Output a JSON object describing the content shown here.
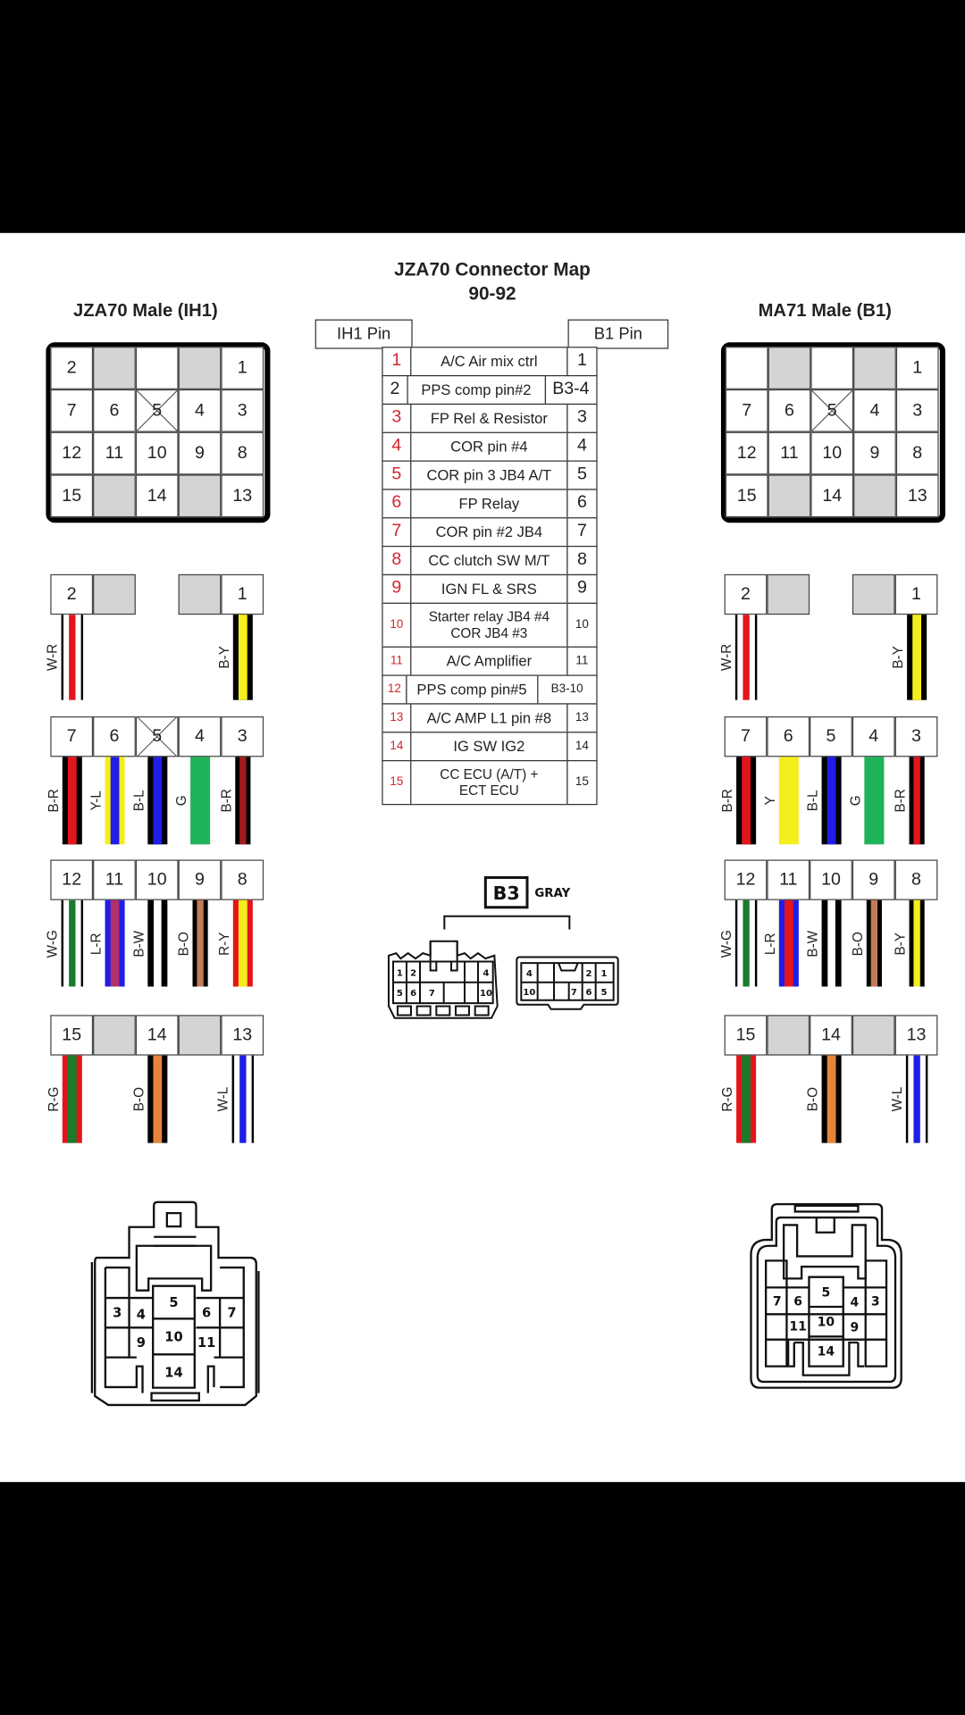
{
  "title": "JZA70 Connector Map",
  "subtitle": "90-92",
  "left_title": "JZA70 Male (IH1)",
  "right_title": "MA71 Male (B1)",
  "colors": {
    "pin_red": "#d0272d",
    "shade": "#d4d4d4",
    "W": "#ffffff",
    "B": "#000000",
    "R": "#e3151b",
    "Y": "#f4ee1c",
    "L": "#1e1ee6",
    "G": "#1fb35a",
    "DG": "#1c7a2c",
    "O": "#e8843a",
    "BR": "#c27b57",
    "DR": "#a31c1c",
    "LR": "#b0306a"
  },
  "table": {
    "header_left": "IH1 Pin",
    "header_right": "B1 Pin",
    "rows": [
      {
        "ih1": "1",
        "desc": "A/C Air mix ctrl",
        "b1": "1",
        "ih1_red": true
      },
      {
        "ih1": "2",
        "desc": "PPS comp pin#2",
        "b1": "B3-4",
        "ih1_red": false
      },
      {
        "ih1": "3",
        "desc": "FP Rel & Resistor",
        "b1": "3",
        "ih1_red": true
      },
      {
        "ih1": "4",
        "desc": "COR pin #4",
        "b1": "4",
        "ih1_red": true
      },
      {
        "ih1": "5",
        "desc": "COR pin 3 JB4 A/T",
        "b1": "5",
        "ih1_red": true
      },
      {
        "ih1": "6",
        "desc": "FP Relay",
        "b1": "6",
        "ih1_red": true
      },
      {
        "ih1": "7",
        "desc": "COR pin #2 JB4",
        "b1": "7",
        "ih1_red": true
      },
      {
        "ih1": "8",
        "desc": "CC clutch SW M/T",
        "b1": "8",
        "ih1_red": true
      },
      {
        "ih1": "9",
        "desc": "IGN FL & SRS",
        "b1": "9",
        "ih1_red": true
      },
      {
        "ih1": "10",
        "desc": "Starter relay JB4 #4\nCOR JB4 #3",
        "b1": "10",
        "ih1_red": true
      },
      {
        "ih1": "11",
        "desc": "A/C Amplifier",
        "b1": "11",
        "ih1_red": true
      },
      {
        "ih1": "12",
        "desc": "PPS comp pin#5",
        "b1": "B3-10",
        "ih1_red": true
      },
      {
        "ih1": "13",
        "desc": "A/C AMP L1 pin #8",
        "b1": "13",
        "ih1_red": true
      },
      {
        "ih1": "14",
        "desc": "IG SW IG2",
        "b1": "14",
        "ih1_red": true
      },
      {
        "ih1": "15",
        "desc": "CC ECU (A/T) +\nECT ECU",
        "b1": "15",
        "ih1_red": true
      }
    ]
  },
  "grids": {
    "left": [
      [
        {
          "t": "2"
        },
        {
          "t": "",
          "shade": true
        },
        {
          "t": ""
        },
        {
          "t": "",
          "shade": true
        },
        {
          "t": "1"
        }
      ],
      [
        {
          "t": "7"
        },
        {
          "t": "6"
        },
        {
          "t": "5",
          "x": true
        },
        {
          "t": "4"
        },
        {
          "t": "3"
        }
      ],
      [
        {
          "t": "12"
        },
        {
          "t": "11"
        },
        {
          "t": "10"
        },
        {
          "t": "9"
        },
        {
          "t": "8"
        }
      ],
      [
        {
          "t": "15"
        },
        {
          "t": "",
          "shade": true
        },
        {
          "t": "14"
        },
        {
          "t": "",
          "shade": true
        },
        {
          "t": "13"
        }
      ]
    ],
    "right": [
      [
        {
          "t": ""
        },
        {
          "t": "",
          "shade": true
        },
        {
          "t": ""
        },
        {
          "t": "",
          "shade": true
        },
        {
          "t": "1"
        }
      ],
      [
        {
          "t": "7"
        },
        {
          "t": "6"
        },
        {
          "t": "5",
          "x": true
        },
        {
          "t": "4"
        },
        {
          "t": "3"
        }
      ],
      [
        {
          "t": "12"
        },
        {
          "t": "11"
        },
        {
          "t": "10"
        },
        {
          "t": "9"
        },
        {
          "t": "8"
        }
      ],
      [
        {
          "t": "15"
        },
        {
          "t": "",
          "shade": true
        },
        {
          "t": "14"
        },
        {
          "t": "",
          "shade": true
        },
        {
          "t": "13"
        }
      ]
    ]
  },
  "wires": {
    "left": [
      [
        {
          "pin": "2",
          "wire": {
            "label": "W-R",
            "outer": "W",
            "stripe": "R"
          }
        },
        {
          "pin": "",
          "shade": true
        },
        null,
        {
          "pin": "",
          "shade": true
        },
        {
          "pin": "1",
          "wire": {
            "label": "B-Y",
            "outer": "B",
            "stripe": "Y"
          }
        }
      ],
      [
        {
          "pin": "7",
          "wire": {
            "label": "B-R",
            "outer": "B",
            "stripe": "R"
          }
        },
        {
          "pin": "6",
          "wire": {
            "label": "Y-L",
            "outer": "Y",
            "stripe": "L"
          }
        },
        {
          "pin": "5",
          "x": true,
          "wire": {
            "label": "B-L",
            "outer": "B",
            "stripe": "L"
          }
        },
        {
          "pin": "4",
          "wire": {
            "label": "G",
            "outer": "G",
            "stripe": ""
          }
        },
        {
          "pin": "3",
          "wire": {
            "label": "B-R",
            "outer": "B",
            "stripe": "DR",
            "thin": true
          }
        }
      ],
      [
        {
          "pin": "12",
          "wire": {
            "label": "W-G",
            "outer": "W",
            "stripe": "DG"
          }
        },
        {
          "pin": "11",
          "wire": {
            "label": "L-R",
            "outer": "L",
            "stripe": "LR"
          }
        },
        {
          "pin": "10",
          "wire": {
            "label": "B-W",
            "outer": "B",
            "stripe": "W"
          }
        },
        {
          "pin": "9",
          "wire": {
            "label": "B-O",
            "outer": "B",
            "stripe": "BR",
            "thin": true
          }
        },
        {
          "pin": "8",
          "wire": {
            "label": "R-Y",
            "outer": "R",
            "stripe": "Y"
          }
        }
      ],
      [
        {
          "pin": "15",
          "wire": {
            "label": "R-G",
            "outer": "R",
            "stripe": "DG"
          }
        },
        {
          "pin": "",
          "shade": true
        },
        {
          "pin": "14",
          "wire": {
            "label": "B-O",
            "outer": "B",
            "stripe": "O"
          }
        },
        {
          "pin": "",
          "shade": true
        },
        {
          "pin": "13",
          "wire": {
            "label": "W-L",
            "outer": "W",
            "stripe": "L"
          }
        }
      ]
    ],
    "right": [
      [
        {
          "pin": "2",
          "wire": {
            "label": "W-R",
            "outer": "W",
            "stripe": "R"
          }
        },
        {
          "pin": "",
          "shade": true
        },
        null,
        {
          "pin": "",
          "shade": true
        },
        {
          "pin": "1",
          "wire": {
            "label": "B-Y",
            "outer": "B",
            "stripe": "Y"
          }
        }
      ],
      [
        {
          "pin": "7",
          "wire": {
            "label": "B-R",
            "outer": "B",
            "stripe": "R"
          }
        },
        {
          "pin": "6",
          "wire": {
            "label": "Y",
            "outer": "Y",
            "stripe": ""
          }
        },
        {
          "pin": "5",
          "wire": {
            "label": "B-L",
            "outer": "B",
            "stripe": "L"
          }
        },
        {
          "pin": "4",
          "wire": {
            "label": "G",
            "outer": "G",
            "stripe": ""
          }
        },
        {
          "pin": "3",
          "wire": {
            "label": "B-R",
            "outer": "B",
            "stripe": "R",
            "thin": true
          }
        }
      ],
      [
        {
          "pin": "12",
          "wire": {
            "label": "W-G",
            "outer": "W",
            "stripe": "DG"
          }
        },
        {
          "pin": "11",
          "wire": {
            "label": "L-R",
            "outer": "L",
            "stripe": "R"
          }
        },
        {
          "pin": "10",
          "wire": {
            "label": "B-W",
            "outer": "B",
            "stripe": "W"
          }
        },
        {
          "pin": "9",
          "wire": {
            "label": "B-O",
            "outer": "B",
            "stripe": "BR",
            "thin": true
          }
        },
        {
          "pin": "8",
          "wire": {
            "label": "B-Y",
            "outer": "B",
            "stripe": "Y",
            "thin": true
          }
        }
      ],
      [
        {
          "pin": "15",
          "wire": {
            "label": "R-G",
            "outer": "R",
            "stripe": "DG"
          }
        },
        {
          "pin": "",
          "shade": true
        },
        {
          "pin": "14",
          "wire": {
            "label": "B-O",
            "outer": "B",
            "stripe": "O"
          }
        },
        {
          "pin": "",
          "shade": true
        },
        {
          "pin": "13",
          "wire": {
            "label": "W-L",
            "outer": "W",
            "stripe": "L"
          }
        }
      ]
    ]
  },
  "b3": {
    "label": "B3",
    "color_label": "GRAY",
    "left_pins": [
      "1",
      "2",
      "4",
      "5",
      "6",
      "7",
      "10"
    ],
    "right_pins": [
      "4",
      "2",
      "1",
      "10",
      "7",
      "6",
      "5"
    ]
  },
  "bottom_left_pins": [
    "3",
    "4",
    "5",
    "6",
    "7",
    "9",
    "10",
    "11",
    "14"
  ],
  "bottom_right_pins": [
    "7",
    "6",
    "5",
    "4",
    "3",
    "11",
    "10",
    "9",
    "14"
  ]
}
